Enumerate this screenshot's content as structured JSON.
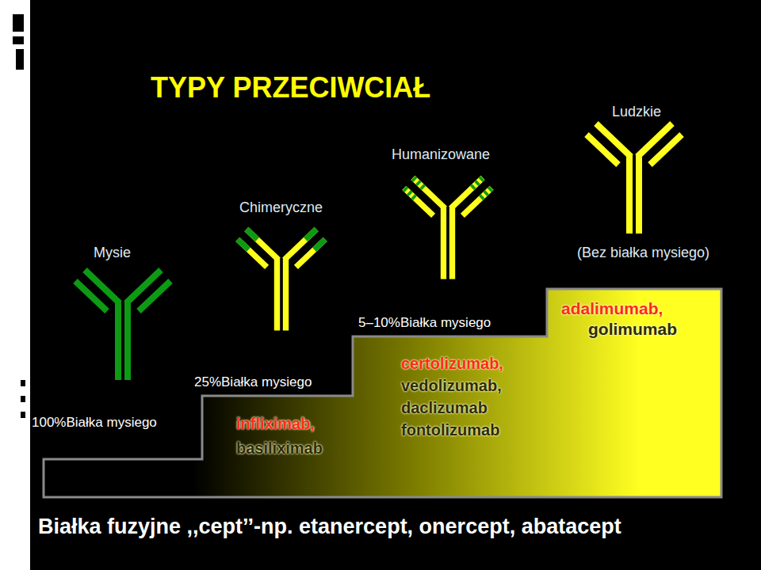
{
  "diagram": {
    "title": "TYPY PRZECIWCIAŁ",
    "labels": [
      "Ludzkie",
      "Humanizowane",
      "Chimeryczne",
      "Mysie",
      "(Bez białka mysiego)",
      "5–10%Białka mysiego",
      "adalimumab,",
      "golimumab",
      "25%Białka mysiego",
      "certolizumab,",
      "vedolizumab,",
      "daclizumab",
      "fontolizumab",
      "100%Białka mysiego",
      "infliximab,",
      "basiliximab",
      "Białka fuzyjne ,,cept’’-np. etanercept, onercept, abatacept"
    ]
  }
}
